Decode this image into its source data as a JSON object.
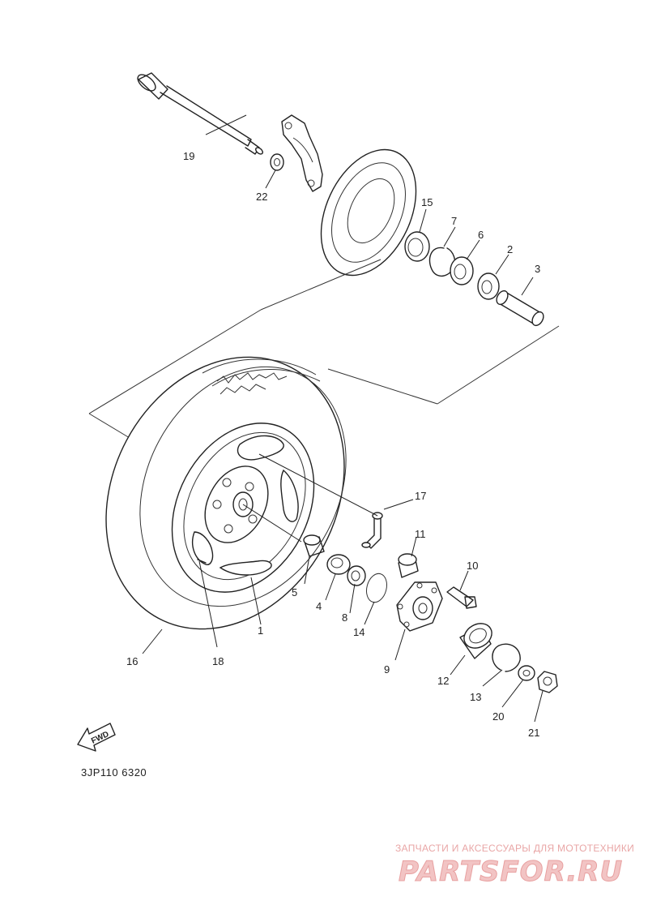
{
  "diagram": {
    "part_numbers": [
      "1",
      "2",
      "3",
      "4",
      "5",
      "6",
      "7",
      "8",
      "9",
      "10",
      "11",
      "12",
      "13",
      "14",
      "15",
      "16",
      "17",
      "18",
      "19",
      "20",
      "21",
      "22"
    ],
    "fwd_label": "FWD",
    "code": "3JP110 6320"
  },
  "watermark": {
    "tagline": "ЗАПЧАСТИ И АКСЕССУАРЫ ДЛЯ МОТОТЕХНИКИ",
    "logo_text": "PARTSFOR.RU",
    "colors": {
      "text": "#e9a6a6",
      "logo_fill": "#f2c4c4"
    }
  }
}
